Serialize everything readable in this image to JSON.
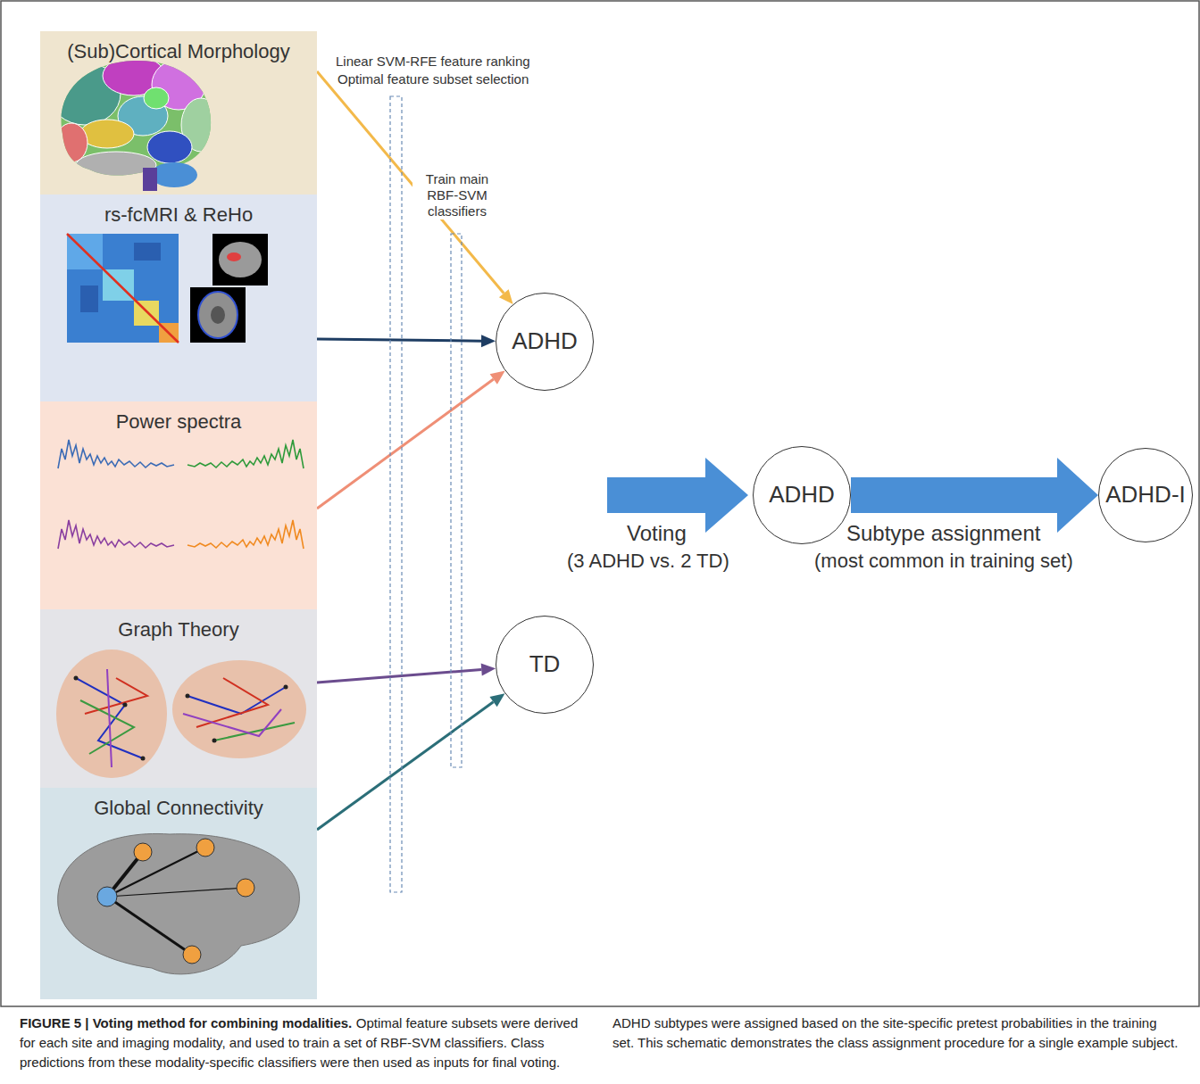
{
  "diagram": {
    "title": "FIGURE 5 | Voting method for combining modalities.",
    "caption": "Optimal feature subsets were derived for each site and imaging modality, and used to train a set of RBF-SVM classifiers. Class predictions from these modality-specific classifiers were then used as inputs for final voting. ADHD subtypes were assigned based on the site-specific pretest probabilities in the training set. This schematic demonstrates the class assignment procedure for a single example subject.",
    "nodes": [
      {
        "text": [
          "(Sub)Cortical Morphology"
        ]
      },
      {
        "text": [
          "rs-fcMRI & ReHo"
        ]
      },
      {
        "text": [
          "Power spectra"
        ]
      },
      {
        "text": [
          "Graph Theory"
        ]
      },
      {
        "text": [
          "Global Connectivity"
        ]
      },
      {
        "text": [
          "ADHD"
        ]
      },
      {
        "text": [
          "TD"
        ]
      },
      {
        "text": [
          "ADHD"
        ]
      },
      {
        "text": [
          "ADHD-I"
        ]
      }
    ],
    "edges": [
      {
        "from": 0,
        "to": 5,
        "arrow": "to"
      },
      {
        "from": 1,
        "to": 5,
        "arrow": "to"
      },
      {
        "from": 2,
        "to": 5,
        "arrow": "to"
      },
      {
        "from": 3,
        "to": 6,
        "arrow": "to"
      },
      {
        "from": 4,
        "to": 6,
        "arrow": "to"
      },
      {
        "from": 7,
        "to": 8,
        "arrow": "to"
      }
    ],
    "labels": [
      "Linear SVM-RFE feature ranking",
      "Optimal feature subset selection",
      "Train main RBF-SVM classifiers",
      "Voting",
      "(3 ADHD vs. 2 TD)",
      "Subtype assignment",
      "(most common in training set)"
    ]
  }
}
